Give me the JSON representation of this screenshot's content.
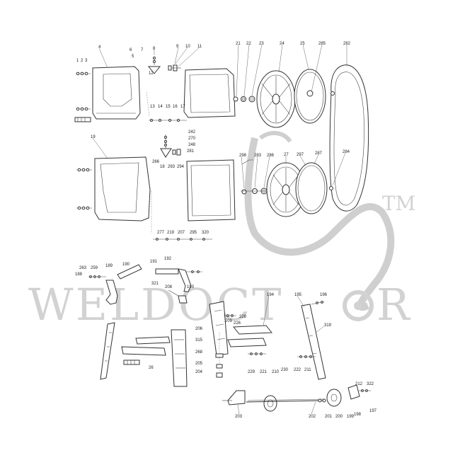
{
  "watermark": {
    "brand": "WELDOCT",
    "brand_end": "R",
    "mark": "TM"
  },
  "labels": {
    "l1": "1",
    "l2": "2",
    "l3": "3",
    "l4": "4",
    "l5": "5",
    "l6": "6",
    "l7": "7",
    "l8": "8",
    "l9": "9",
    "l10": "10",
    "l11": "11",
    "l12": "12",
    "l13": "13",
    "l14": "14",
    "l15": "15",
    "l16": "16",
    "l17": "17",
    "l18": "18",
    "l19": "19",
    "l21": "21",
    "l22": "22",
    "l23": "23",
    "l24": "24",
    "l25": "25",
    "l26": "26",
    "l27": "27",
    "l285": "285",
    "l282": "282",
    "l242": "242",
    "l270": "270",
    "l248": "248",
    "l281": "281",
    "l266": "266",
    "l293": "293",
    "l294": "294",
    "l298": "298",
    "l283": "283",
    "l286": "286",
    "l297": "297",
    "l287": "287",
    "l284": "284",
    "l277": "277",
    "l219": "219",
    "l207": "207",
    "l295": "295",
    "l320": "320",
    "l263": "263",
    "l259": "259",
    "l188": "188",
    "l189": "189",
    "l190": "190",
    "l191": "191",
    "l192": "192",
    "l321": "321",
    "l208": "208",
    "l193": "193",
    "l228": "228",
    "l209": "209",
    "l226": "226",
    "l194": "194",
    "l195": "195",
    "l196": "196",
    "l319": "319",
    "l206": "206",
    "l315": "315",
    "l268": "268",
    "l205": "205",
    "l204": "204",
    "l229": "229",
    "l221": "221",
    "l210": "210",
    "l230": "230",
    "l222": "222",
    "l211": "211",
    "l212": "212",
    "l322": "322",
    "l197": "197",
    "l198": "198",
    "l199": "199",
    "l200": "200",
    "l201": "201",
    "l202": "202",
    "l203": "203"
  },
  "colors": {
    "line": "#333333",
    "label": "#222222",
    "watermark": "#d2d2d2",
    "background": "#ffffff"
  }
}
